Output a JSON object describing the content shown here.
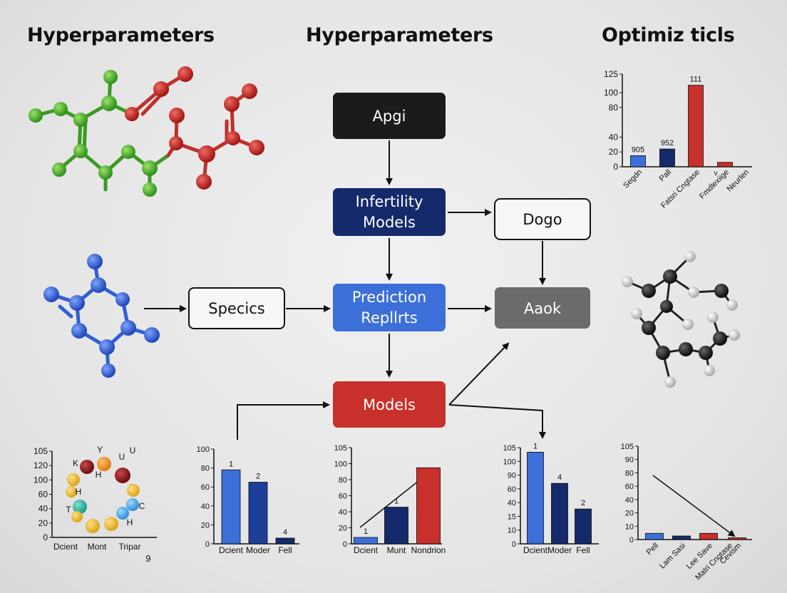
{
  "titles": {
    "left": "Hyperparameters",
    "center": "Hyperparameters",
    "right": "Optimiz ticls"
  },
  "flow": {
    "apgi": "Apgi",
    "infertility_line1": "Infertility",
    "infertility_line2": "Models",
    "dogo": "Dogo",
    "specics": "Specics",
    "prediction_line1": "Prediction",
    "prediction_line2": "Repllrts",
    "aaok": "Aaok",
    "models": "Models"
  },
  "colors": {
    "dark": "#1b1b1b",
    "navy": "#142a6b",
    "blue": "#3d6fd8",
    "red": "#c8302b",
    "gray": "#6b6b6b",
    "green": "#4caf2a",
    "molecule_blue": "#2f5fd6"
  },
  "chart_data": [
    {
      "id": "top-right",
      "type": "bar",
      "yticks": [
        "125",
        "100",
        "80",
        "40",
        "20",
        "0"
      ],
      "ytick_values": [
        125,
        100,
        80,
        40,
        20,
        0
      ],
      "categories": [
        "Segdn",
        "Pall",
        "Fatsri Cngtase",
        "Fmdlexiige",
        "Neurlen"
      ],
      "values": [
        15,
        24,
        110,
        6,
        0
      ],
      "colors": [
        "#3d6fd8",
        "#142a6b",
        "#c8302b",
        "#c8302b",
        "#c8302b"
      ],
      "data_labels": [
        "905",
        "952",
        "111",
        "",
        ""
      ],
      "extra_label": "v",
      "ylim": [
        0,
        125
      ]
    },
    {
      "id": "bottom-1",
      "type": "bar",
      "yticks": [
        "100",
        "80",
        "60",
        "40",
        "20",
        "0"
      ],
      "ytick_values": [
        100,
        80,
        60,
        40,
        20,
        0
      ],
      "categories": [
        "Dcient",
        "Moder",
        "Fell"
      ],
      "values": [
        78,
        65,
        6
      ],
      "colors": [
        "#3d6fd8",
        "#1d3f9a",
        "#142a6b"
      ],
      "data_labels": [
        "1",
        "2",
        "4"
      ],
      "ylim": [
        0,
        100
      ]
    },
    {
      "id": "bottom-2",
      "type": "bar",
      "yticks": [
        "105",
        "100",
        "80",
        "60",
        "40",
        "20",
        "0"
      ],
      "ytick_values": [
        105,
        100,
        80,
        60,
        40,
        20,
        0
      ],
      "categories": [
        "Dcient",
        "Munt",
        "Nondrion"
      ],
      "values": [
        7,
        40,
        83
      ],
      "colors": [
        "#3d6fd8",
        "#142a6b",
        "#c8302b"
      ],
      "data_labels": [
        "1",
        "1",
        ""
      ],
      "ylim": [
        0,
        105
      ]
    },
    {
      "id": "bottom-3",
      "type": "bar",
      "yticks": [
        "105",
        "100",
        "90",
        "60",
        "40",
        "15",
        "10",
        "0"
      ],
      "ytick_values": [
        105,
        100,
        90,
        60,
        40,
        15,
        10,
        0
      ],
      "categories": [
        "Dcient",
        "Moder",
        "Fell"
      ],
      "values": [
        100,
        66,
        38
      ],
      "colors": [
        "#3d6fd8",
        "#142a6b",
        "#142a6b"
      ],
      "data_labels": [
        "1",
        "4",
        "2"
      ],
      "ylim": [
        0,
        105
      ]
    },
    {
      "id": "bottom-right",
      "type": "bar",
      "yticks": [
        "105",
        "90",
        "80",
        "60",
        "40",
        "20",
        "10",
        "0"
      ],
      "ytick_values": [
        105,
        90,
        80,
        60,
        40,
        20,
        10,
        0
      ],
      "categories": [
        "Pell",
        "Lam Sasi",
        "Lee Save",
        "Matri Cngtase",
        "Cevism"
      ],
      "values": [
        7,
        4,
        7,
        0,
        2
      ],
      "colors": [
        "#3d6fd8",
        "#142a6b",
        "#c8302b",
        "#c8302b",
        "#c8302b"
      ],
      "ylim": [
        0,
        105
      ]
    },
    {
      "id": "bottom-left-ring",
      "type": "scatter",
      "yticks": [
        "105",
        "120",
        "100",
        "60",
        "40",
        "20",
        "0"
      ],
      "ytick_values": [
        105,
        120,
        100,
        60,
        40,
        20,
        0
      ],
      "categories": [
        "Dcient",
        "Mont",
        "Tripar"
      ],
      "atom_labels": [
        "K",
        "Y",
        "U",
        "U",
        "H",
        "H",
        "T",
        "C",
        "H"
      ],
      "footnote": "9"
    }
  ]
}
